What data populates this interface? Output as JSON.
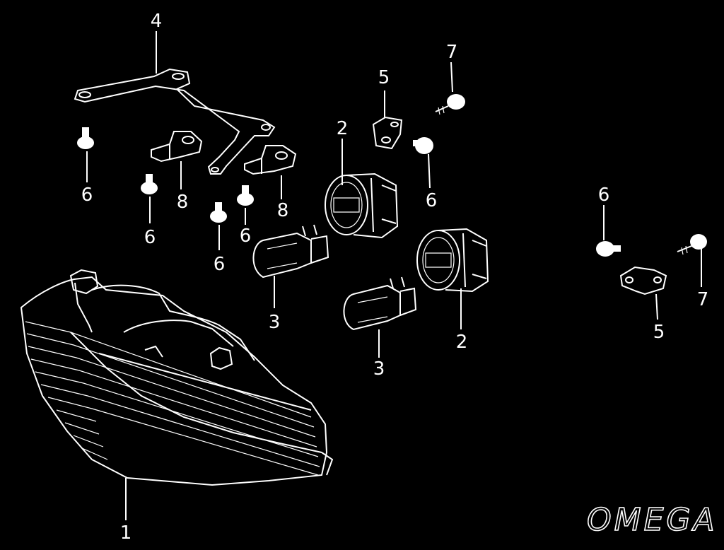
{
  "callouts": {
    "c1": "1",
    "c2a": "2",
    "c2b": "2",
    "c3a": "3",
    "c3b": "3",
    "c4": "4",
    "c5a": "5",
    "c5b": "5",
    "c6a": "6",
    "c6b": "6",
    "c6c": "6",
    "c6d": "6",
    "c6e": "6",
    "c6f": "6",
    "c7a": "7",
    "c7b": "7",
    "c8a": "8",
    "c8b": "8"
  },
  "watermark": {
    "text": "OMEGA"
  },
  "colors": {
    "background": "#000000",
    "line": "#ffffff"
  }
}
